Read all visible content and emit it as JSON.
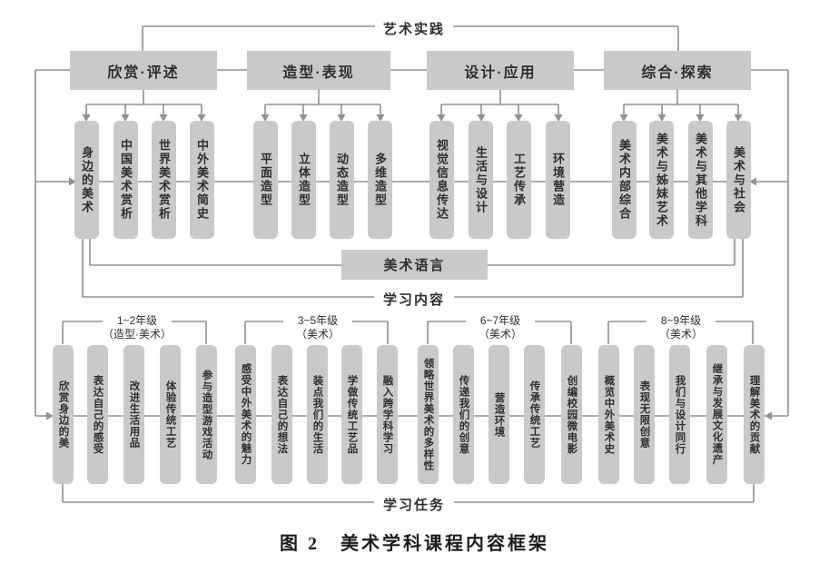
{
  "diagram": {
    "top_label": "艺术实践",
    "categories": [
      {
        "label": "欣赏·评述",
        "children": [
          "身边的美术",
          "中国美术赏析",
          "世界美术赏析",
          "中外美术简史"
        ]
      },
      {
        "label": "造型·表现",
        "children": [
          "平面造型",
          "立体造型",
          "动态造型",
          "多维造型"
        ]
      },
      {
        "label": "设计·应用",
        "children": [
          "视觉信息传达",
          "生活与设计",
          "工艺传承",
          "环境营造"
        ]
      },
      {
        "label": "综合·探索",
        "children": [
          "美术内部综合",
          "美术与姊妹艺术",
          "美术与其他学科",
          "美术与社会"
        ]
      }
    ],
    "middle_band": {
      "art_language": "美术语言",
      "learning_content": "学习内容"
    },
    "grade_groups": [
      {
        "grade": "1~2年级",
        "subject": "（造型·美术）",
        "tasks": [
          "欣赏身边的美",
          "表达自己的感受",
          "改进生活用品",
          "体验传统工艺",
          "参与造型游戏活动"
        ]
      },
      {
        "grade": "3~5年级",
        "subject": "（美术）",
        "tasks": [
          "感受中外美术的魅力",
          "表达自己的想法",
          "装点我们的生活",
          "学做传统工艺品",
          "融入跨学科学习"
        ]
      },
      {
        "grade": "6~7年级",
        "subject": "（美术）",
        "tasks": [
          "领略世界美术的多样性",
          "传递我们的创意",
          "营造环境",
          "传承传统工艺",
          "创编校园微电影"
        ]
      },
      {
        "grade": "8~9年级",
        "subject": "（美术）",
        "tasks": [
          "概览中外美术史",
          "表现无限创意",
          "我们与设计同行",
          "继承与发展文化遗产",
          "理解美术的贡献"
        ]
      }
    ],
    "bottom_label": "学习任务",
    "caption": "图 2　美术学科课程内容框架",
    "colors": {
      "box_fill": "#c9c9c9",
      "line": "#909090",
      "text": "#2e2e2e"
    }
  }
}
